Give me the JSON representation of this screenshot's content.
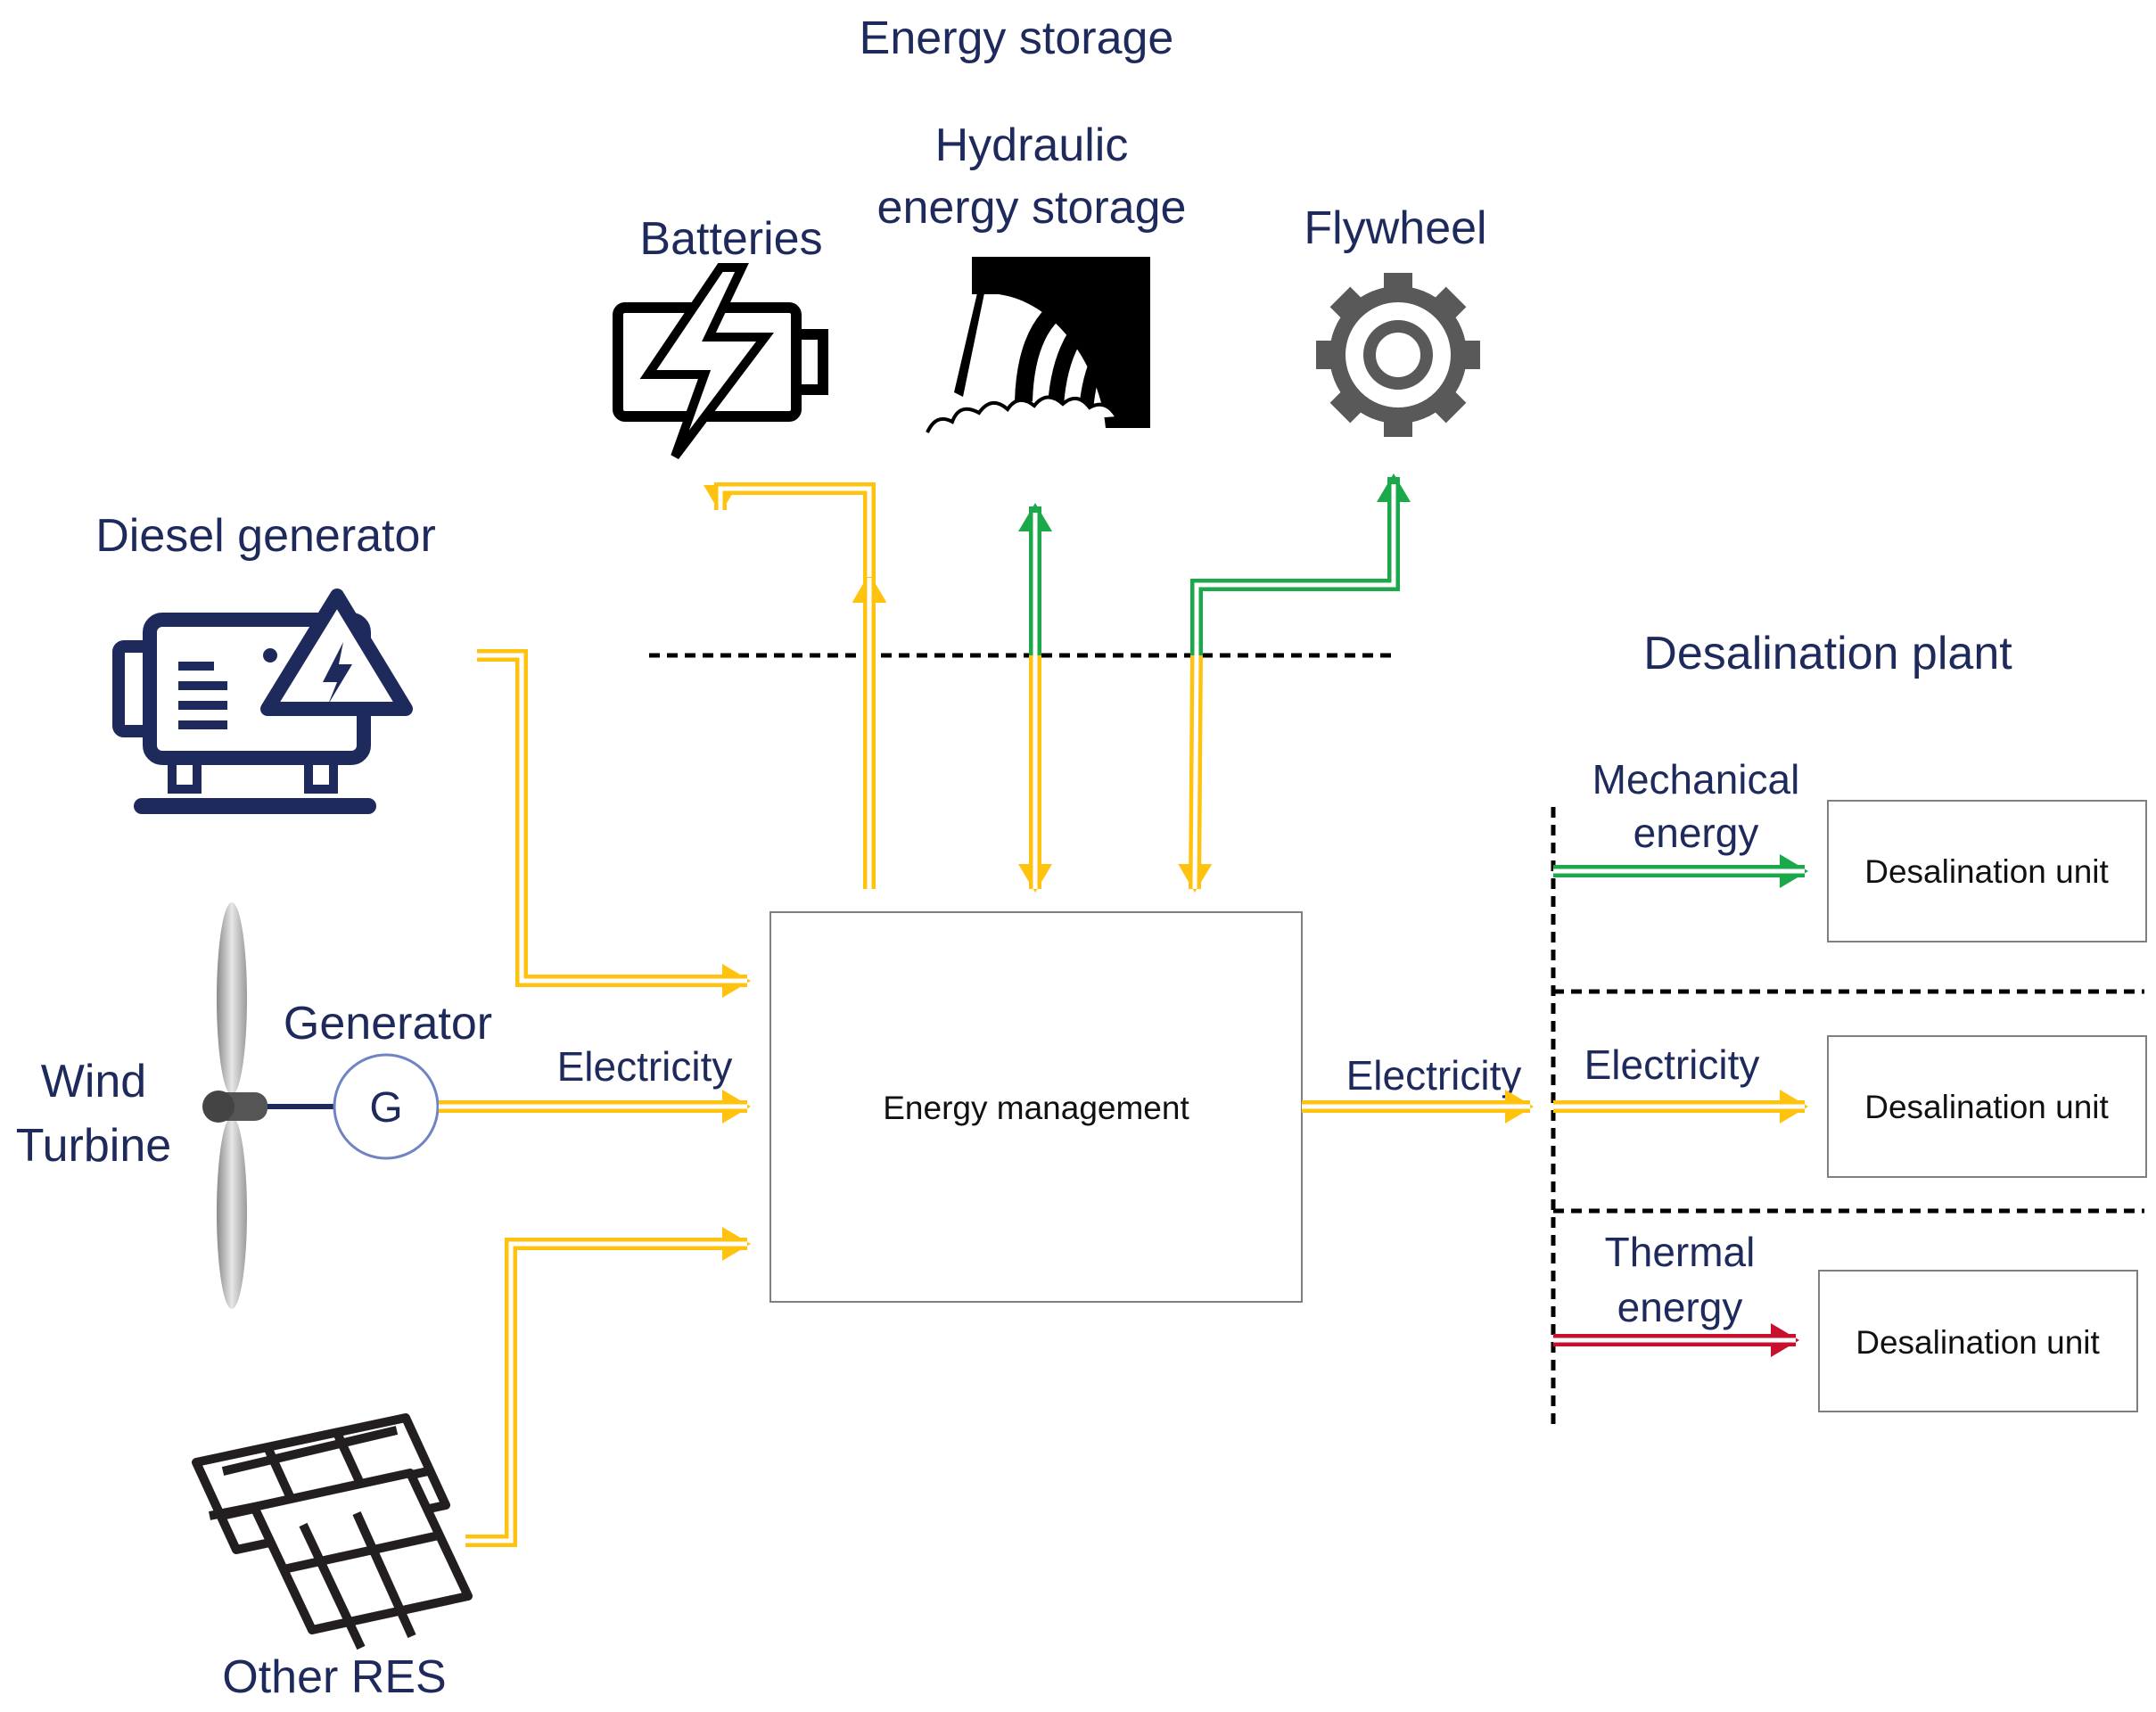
{
  "colors": {
    "electricity": "#ffc20e",
    "mechanical": "#1aa84a",
    "thermal": "#c8102e",
    "label": "#1f2a5c",
    "icon": "#1f2a5c"
  },
  "labels": {
    "energy_storage": "Energy storage",
    "hydraulic_line1": "Hydraulic",
    "hydraulic_line2": "energy storage",
    "batteries": "Batteries",
    "flywheel": "Flywheel",
    "diesel_generator": "Diesel generator",
    "desalination_plant": "Desalination plant",
    "generator": "Generator",
    "generator_symbol": "G",
    "wind_line1": "Wind",
    "wind_line2": "Turbine",
    "other_res": "Other RES",
    "electricity_in": "Electricity",
    "electricity_out": "Electricity",
    "energy_management": "Energy management",
    "mechanical_line1": "Mechanical",
    "mechanical_line2": "energy",
    "electricity_plant": "Electricity",
    "thermal_line1": "Thermal",
    "thermal_line2": "energy"
  },
  "desalination_units": [
    {
      "label": "Desalination unit",
      "energy": "mechanical"
    },
    {
      "label": "Desalination unit",
      "energy": "electricity"
    },
    {
      "label": "Desalination unit",
      "energy": "thermal"
    }
  ],
  "icons": {
    "batteries": "battery-icon",
    "hydraulic": "dam-icon",
    "flywheel": "gear-icon",
    "diesel": "diesel-generator-icon",
    "wind": "wind-turbine-icon",
    "other_res": "solar-panel-icon"
  }
}
